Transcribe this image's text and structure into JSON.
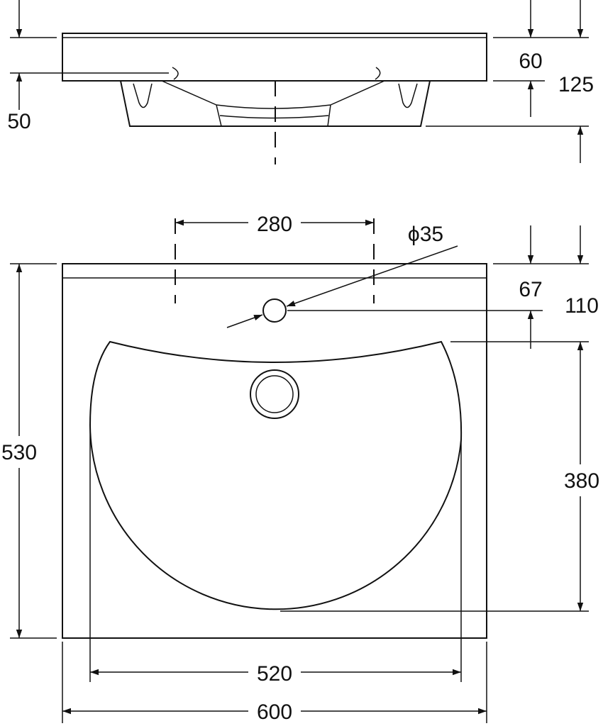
{
  "side_view": {
    "dim_rim_height": "60",
    "dim_total_height": "125",
    "dim_overflow": "50"
  },
  "plan_view": {
    "dim_tap_spacing": "280",
    "dim_tap_hole": "ϕ35",
    "dim_tap_offset": "67",
    "dim_front_offset": "110",
    "dim_depth": "530",
    "dim_bowl_depth": "380",
    "dim_bowl_width": "520",
    "dim_width": "600"
  }
}
